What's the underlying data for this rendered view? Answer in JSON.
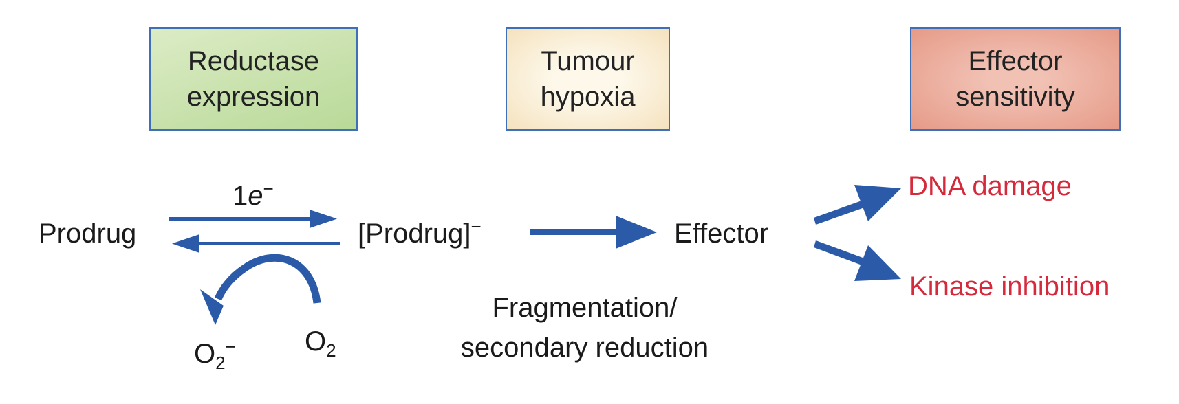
{
  "boxes": {
    "reductase": {
      "line1": "Reductase",
      "line2": "expression"
    },
    "hypoxia": {
      "line1": "Tumour",
      "line2": "hypoxia"
    },
    "sensitivity": {
      "line1": "Effector",
      "line2": "sensitivity"
    }
  },
  "pathway": {
    "electron_count": "1",
    "electron_symbol": "e",
    "electron_charge": "−",
    "prodrug": "Prodrug",
    "prodrug_radical": "[Prodrug]",
    "radical_charge": "−",
    "effector": "Effector",
    "oxygen_symbol": "O",
    "oxygen_subscript": "2",
    "superoxide_charge": "−",
    "fragmentation_line1": "Fragmentation/",
    "fragmentation_line2": "secondary reduction"
  },
  "outcomes": {
    "dna_damage": "DNA damage",
    "kinase_inhibition": "Kinase inhibition"
  },
  "colors": {
    "arrow": "#2a5aa8",
    "outcome_text": "#d42a3c",
    "box_border": "#3f6fb6",
    "box_reductase_fill": "#c6e1a8",
    "box_hypoxia_fill": "#f8ead0",
    "box_sensitivity_fill": "#eba897"
  },
  "icons": {
    "forward_arrow": "right-arrow-icon",
    "reverse_arrow": "left-arrow-icon",
    "oxygen_arrow": "curved-arrow-icon",
    "branch_arrows": "diagonal-arrow-icon"
  }
}
